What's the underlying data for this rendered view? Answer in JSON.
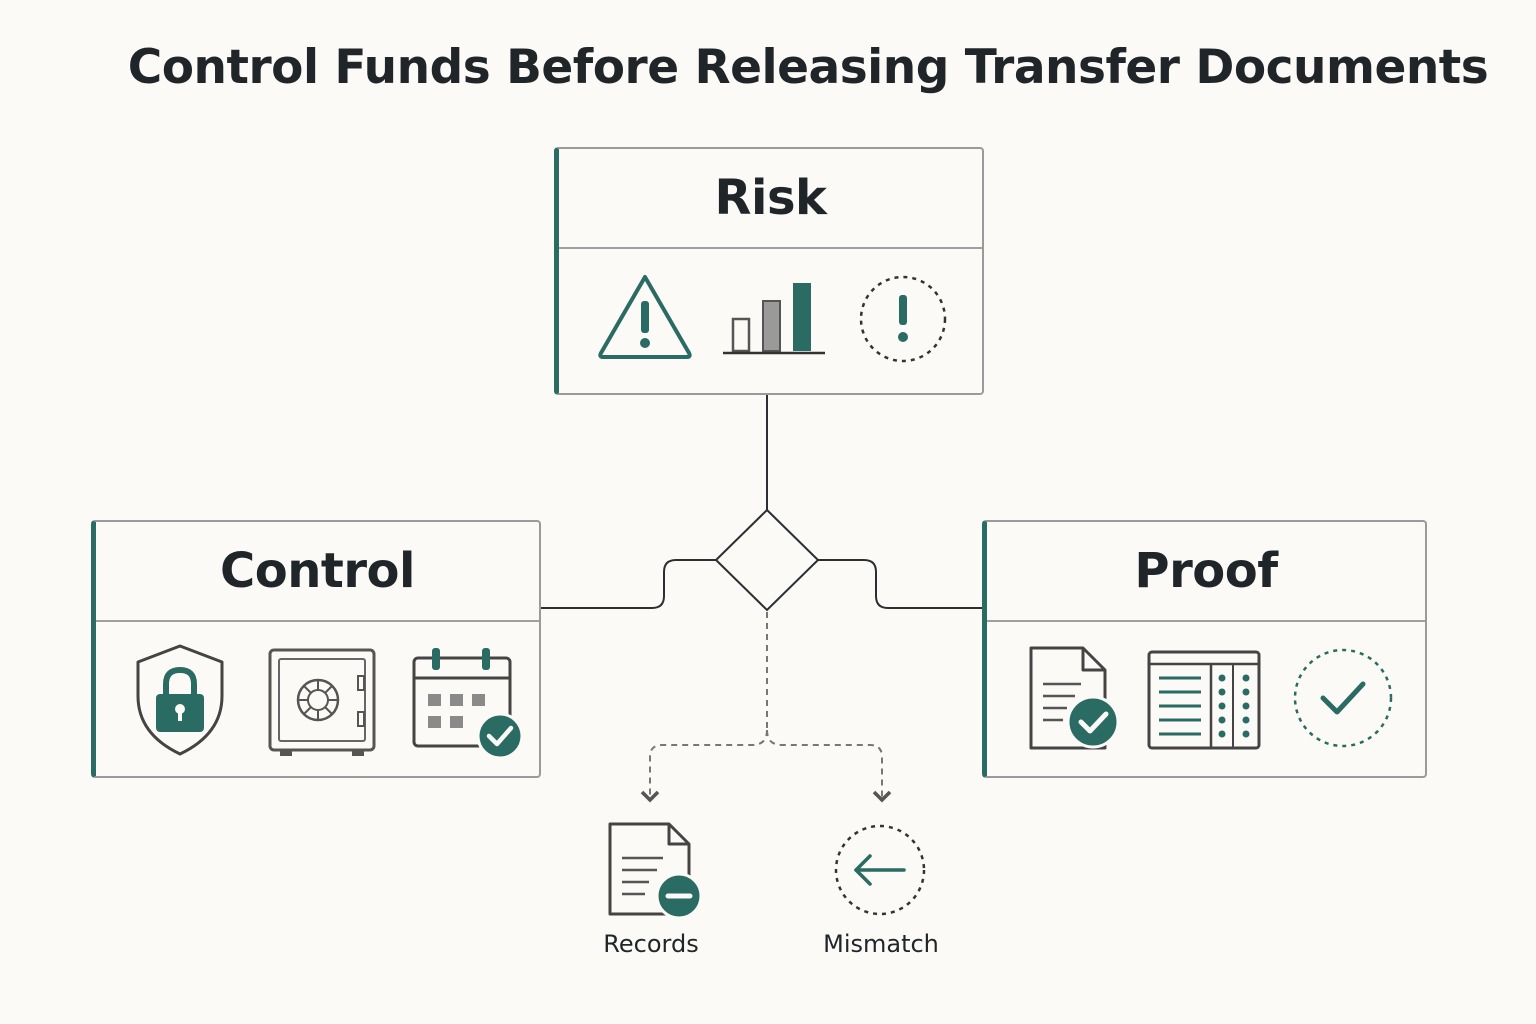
{
  "title": "Control Funds Before Releasing Transfer Documents",
  "colors": {
    "accent": "#2a6b63",
    "ink": "#3c4043",
    "muted": "#9a9a9a",
    "background": "#fcfaf6"
  },
  "panels": {
    "risk": {
      "title": "Risk",
      "icons": [
        "warning-triangle-icon",
        "bar-chart-icon",
        "dashed-alert-circle-icon"
      ]
    },
    "control": {
      "title": "Control",
      "icons": [
        "shield-lock-icon",
        "safe-icon",
        "calendar-check-icon"
      ]
    },
    "proof": {
      "title": "Proof",
      "icons": [
        "document-check-icon",
        "ledger-table-icon",
        "dashed-check-circle-icon"
      ]
    }
  },
  "outcomes": [
    {
      "label": "Records",
      "icon": "document-minus-icon"
    },
    {
      "label": "Mismatch",
      "icon": "dashed-arrow-left-circle-icon"
    }
  ]
}
